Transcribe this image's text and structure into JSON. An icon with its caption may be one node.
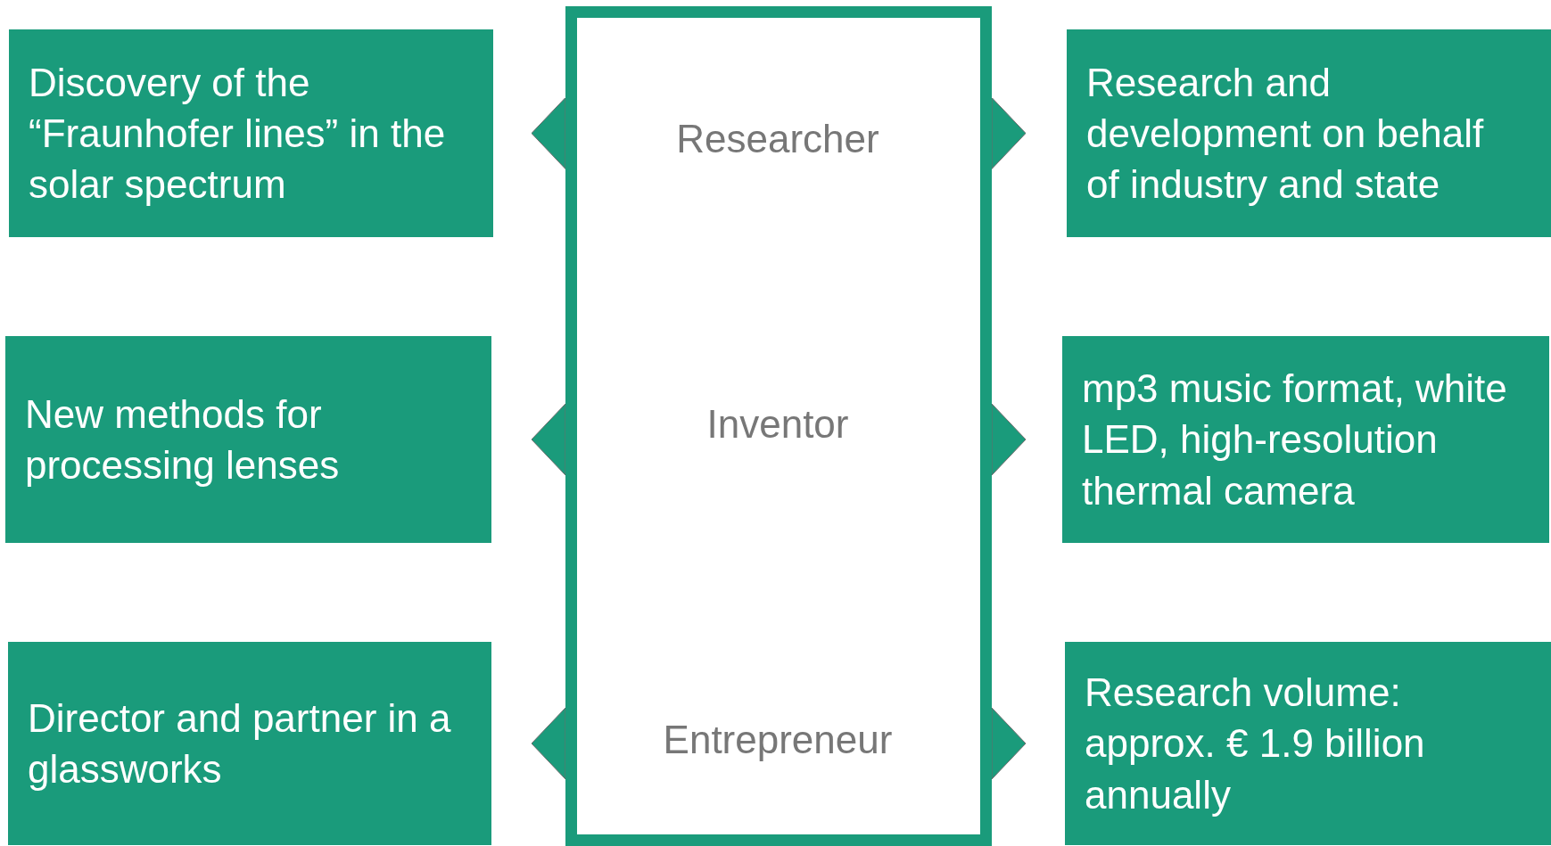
{
  "diagram": {
    "nodes": [
      {
        "text": [],
        "shape": "box"
      },
      {
        "text": [
          "Researcher"
        ],
        "in": 0
      },
      {
        "text": [
          "Inventor"
        ],
        "in": 0
      },
      {
        "text": [
          "Entrepreneur"
        ],
        "in": 0
      },
      {
        "text": [
          "Discovery of the “Fraunhofer lines” in the solar spectrum"
        ]
      },
      {
        "text": [
          "New methods for processing lenses"
        ]
      },
      {
        "text": [
          "Director and partner in a glassworks"
        ]
      },
      {
        "text": [
          "Research and development on behalf of industry and state"
        ]
      },
      {
        "text": [
          "mp3 music format, white LED, high-resolution thermal camera"
        ]
      },
      {
        "text": [
          "Research volume: approx. € 1.9 billion annually"
        ]
      }
    ],
    "edges": [
      {
        "from": 0,
        "to": 4,
        "arrow": "to"
      },
      {
        "from": 0,
        "to": 7,
        "arrow": "to"
      },
      {
        "from": 0,
        "to": 5,
        "arrow": "to"
      },
      {
        "from": 0,
        "to": 8,
        "arrow": "to"
      },
      {
        "from": 0,
        "to": 6,
        "arrow": "to"
      },
      {
        "from": 0,
        "to": 9,
        "arrow": "to"
      }
    ]
  }
}
